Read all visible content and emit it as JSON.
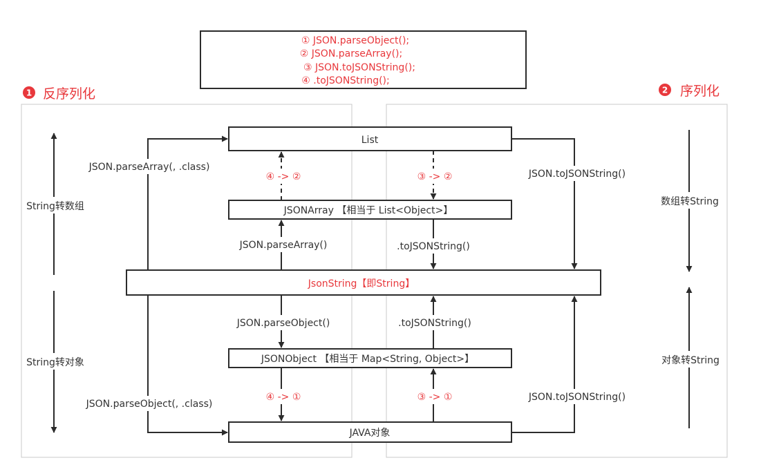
{
  "legend_box": {
    "lines": [
      "① JSON.parseObject();",
      "② JSON.parseArray();",
      "③ JSON.toJSONString();",
      "④ .toJSONString();"
    ]
  },
  "sections": {
    "left": {
      "badge": "1",
      "title": "反序列化"
    },
    "right": {
      "badge": "2",
      "title": "序列化"
    }
  },
  "nodes": {
    "list": "List",
    "jsonarray": "JSONArray 【相当于 List<Object>】",
    "jsonstring": "JsonString【即String】",
    "jsonobject": "JSONObject 【相当于 Map<String, Object>】",
    "java": "JAVA对象"
  },
  "edge_labels": {
    "parse_array_class": "JSON.parseArray(, .class)",
    "tojsonstring_top": "JSON.toJSONString()",
    "step_4_2": "④ -> ②",
    "step_3_2": "③ -> ②",
    "parse_array": "JSON.parseArray()",
    "tojsonstring_array": ".toJSONString()",
    "parse_object": "JSON.parseObject()",
    "tojsonstring_object": ".toJSONString()",
    "step_4_1": "④ -> ①",
    "step_3_1": "③ -> ①",
    "parse_object_class": "JSON.parseObject(, .class)",
    "tojsonstring_bottom": "JSON.toJSONString()"
  },
  "side_labels": {
    "string_to_array": "String转数组",
    "string_to_object": "String转对象",
    "array_to_string": "数组转String",
    "object_to_string": "对象转String"
  },
  "colors": {
    "accent_red": "#e8383c",
    "line": "#2b2b2b",
    "panel_border": "#c8c8c8"
  }
}
